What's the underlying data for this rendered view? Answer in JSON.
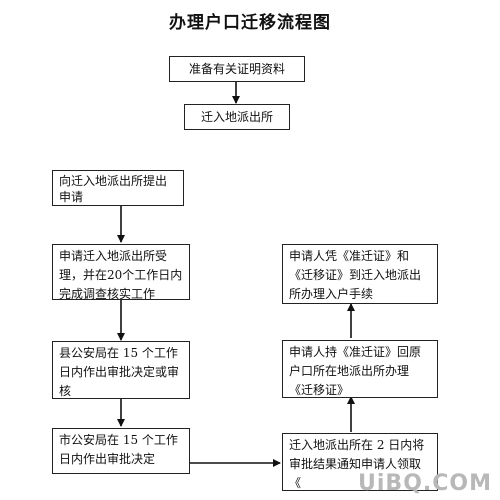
{
  "title": "办理户口迁移流程图",
  "steps": {
    "prepare_docs": "准备有关证明资料",
    "move_in_station": "迁入地派出所",
    "apply": "向迁入地派出所提出申请",
    "accept": "申请迁入地派出所受理，并在20个工作日内完成调查核实工作",
    "county_review": "县公安局在 15 个工作日内作出审批决定或审核",
    "city_review": "市公安局在 15 个工作日内作出审批决定",
    "notify": "迁入地派出所在 2 日内将审批结果通知申请人领取《",
    "get_certificate": "申请人持《准迁证》回原户口所在地派出所办理《迁移证》",
    "register": "申请人凭《准迁证》和《迁移证》到迁入地派出所办理入户手续"
  },
  "watermark": "UiBQ.COM"
}
